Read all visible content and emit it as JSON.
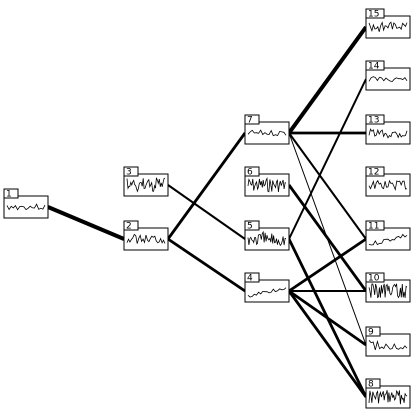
{
  "colors": {
    "background": "#ffffff",
    "ink": "#000000"
  },
  "nodes": [
    {
      "id": "1",
      "label": "1",
      "trace": "calm"
    },
    {
      "id": "3",
      "label": "3",
      "trace": "dense"
    },
    {
      "id": "2",
      "label": "2",
      "trace": "medium"
    },
    {
      "id": "7",
      "label": "7",
      "trace": "calm"
    },
    {
      "id": "6",
      "label": "6",
      "trace": "dense"
    },
    {
      "id": "5",
      "label": "5",
      "trace": "dense"
    },
    {
      "id": "4",
      "label": "4",
      "trace": "rising"
    },
    {
      "id": "15",
      "label": "15",
      "trace": "medium"
    },
    {
      "id": "14",
      "label": "14",
      "trace": "calm"
    },
    {
      "id": "13",
      "label": "13",
      "trace": "medium"
    },
    {
      "id": "12",
      "label": "12",
      "trace": "medium"
    },
    {
      "id": "11",
      "label": "11",
      "trace": "rising"
    },
    {
      "id": "10",
      "label": "10",
      "trace": "dense"
    },
    {
      "id": "9",
      "label": "9",
      "trace": "decay"
    },
    {
      "id": "8",
      "label": "8",
      "trace": "dense"
    }
  ],
  "edges": [
    {
      "from": "1",
      "to": "2",
      "weight": "heavy"
    },
    {
      "from": "2",
      "to": "7",
      "weight": "medium"
    },
    {
      "from": "2",
      "to": "4",
      "weight": "medium"
    },
    {
      "from": "3",
      "to": "5",
      "weight": "light"
    },
    {
      "from": "7",
      "to": "15",
      "weight": "heavy"
    },
    {
      "from": "7",
      "to": "13",
      "weight": "medium"
    },
    {
      "from": "7",
      "to": "11",
      "weight": "light"
    },
    {
      "from": "7",
      "to": "9",
      "weight": "thin"
    },
    {
      "from": "6",
      "to": "10",
      "weight": "medium"
    },
    {
      "from": "5",
      "to": "14",
      "weight": "light"
    },
    {
      "from": "5",
      "to": "8",
      "weight": "medium"
    },
    {
      "from": "4",
      "to": "11",
      "weight": "medium"
    },
    {
      "from": "4",
      "to": "10",
      "weight": "light"
    },
    {
      "from": "4",
      "to": "9",
      "weight": "medium"
    },
    {
      "from": "4",
      "to": "8",
      "weight": "medium"
    }
  ]
}
